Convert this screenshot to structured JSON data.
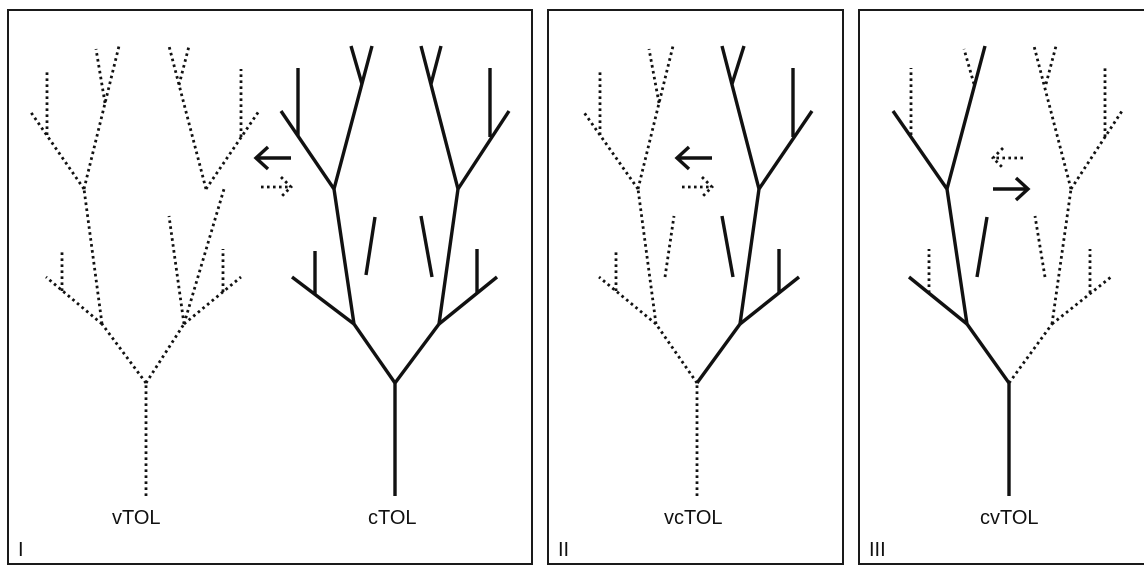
{
  "panels": [
    {
      "numeral": "I",
      "labels": [
        "vTOL",
        "cTOL"
      ]
    },
    {
      "numeral": "II",
      "labels": [
        "vcTOL"
      ]
    },
    {
      "numeral": "III",
      "labels": [
        "cvTOL"
      ]
    }
  ],
  "arrows": {
    "panel_I": [
      "left-solid-arrow",
      "right-dotted-arrow"
    ],
    "panel_II": [
      "left-solid-arrow",
      "right-dotted-arrow"
    ],
    "panel_III": [
      "left-dotted-arrow",
      "right-solid-arrow"
    ]
  }
}
